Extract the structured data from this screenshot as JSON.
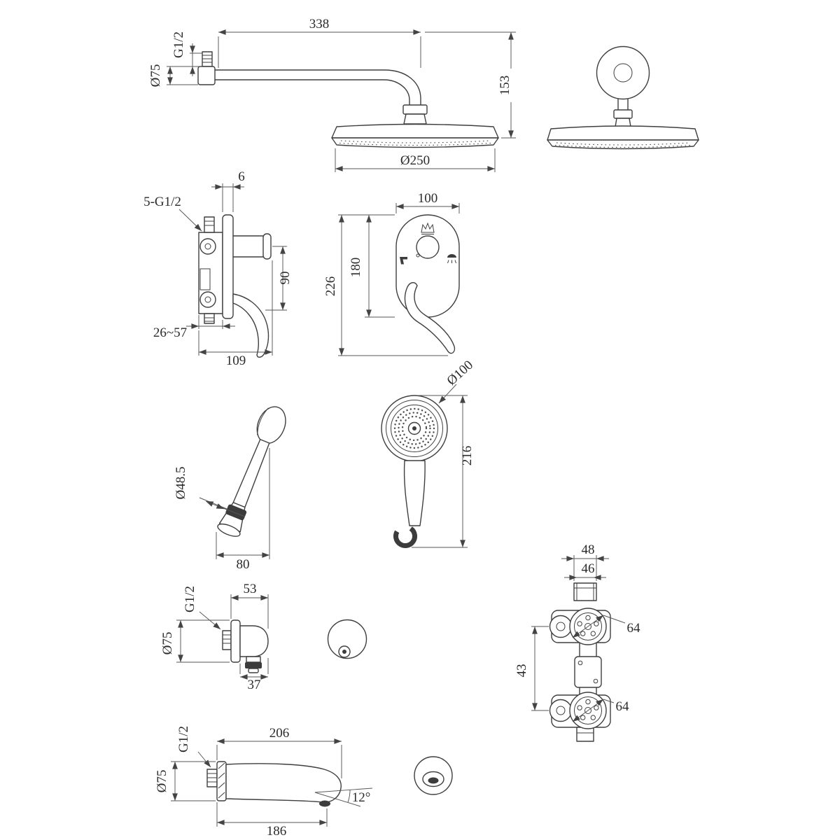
{
  "page": {
    "background": "#ffffff",
    "ink": "#3f3f3f"
  },
  "drawing": {
    "shower_head_side": {
      "arm_length": "338",
      "arm_thread": "G1/2",
      "flange_dia": "Ø75",
      "drop_height": "153",
      "head_dia": "Ø250"
    },
    "mixer_side": {
      "plate_thickness": "6",
      "connections": "5-G1/2",
      "handle_offset": "90",
      "wall_depth_range": "26~57",
      "total_depth": "109"
    },
    "mixer_front": {
      "plate_width": "100",
      "plate_height": "180",
      "overall_height": "226"
    },
    "hand_shower_side": {
      "holder_dia": "Ø48.5",
      "holder_length": "80"
    },
    "hand_shower_front": {
      "head_dia": "Ø100",
      "overall_length": "216"
    },
    "wall_outlet": {
      "thread": "G1/2",
      "depth": "53",
      "flange_dia": "Ø75",
      "outlet_offset": "37"
    },
    "valve_body": {
      "stub_width_outer": "48",
      "stub_width_inner": "46",
      "upper_knob_dia": "64",
      "lower_knob_dia": "64",
      "port_spacing": "43"
    },
    "tub_spout": {
      "thread": "G1/2",
      "upper_length": "206",
      "flange_dia": "Ø75",
      "outlet_angle": "12°",
      "lower_length": "186"
    }
  }
}
